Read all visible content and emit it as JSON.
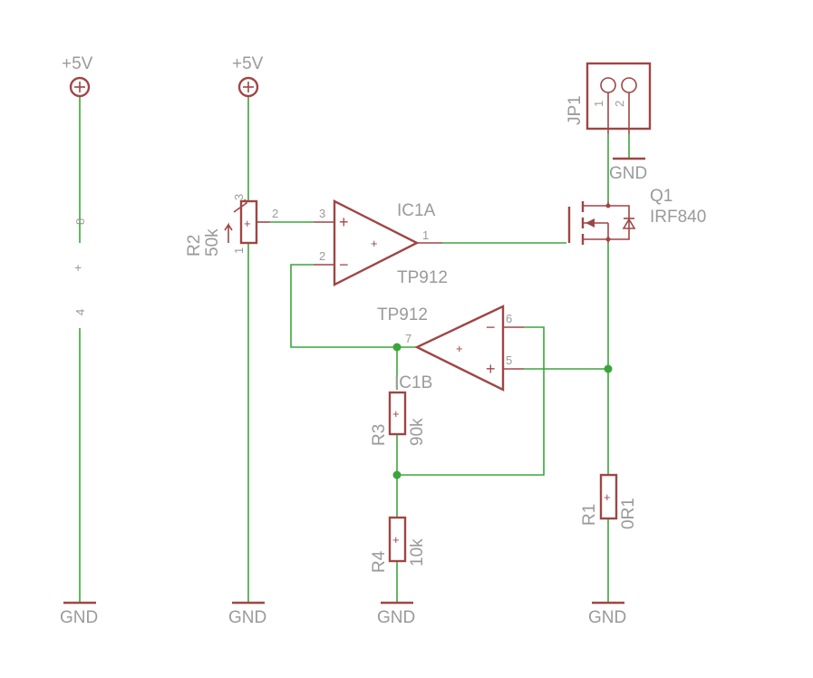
{
  "colors": {
    "wire": "#3aa63a",
    "symbol": "#a04545",
    "label": "#9a9a9a",
    "background": "#ffffff"
  },
  "power": {
    "supply1": "+5V",
    "supply2": "+5V",
    "gnd_jp1": "GND",
    "gnd1": "GND",
    "gnd2": "GND",
    "gnd3": "GND",
    "gnd4": "GND"
  },
  "ic_power": {
    "pin_top": "8",
    "pin_bottom": "4"
  },
  "r2": {
    "name": "R2",
    "value": "50k",
    "pin1": "1",
    "pin2": "2",
    "pin3": "3"
  },
  "ic1a": {
    "name": "IC1A",
    "part": "TP912",
    "pin_in_plus": "3",
    "pin_in_minus": "2",
    "pin_out": "1"
  },
  "ic1b": {
    "name": "IC1B",
    "part": "TP912",
    "pin_in_minus": "6",
    "pin_in_plus": "5",
    "pin_out": "7"
  },
  "q1": {
    "name": "Q1",
    "part": "IRF840"
  },
  "jp1": {
    "name": "JP1",
    "pin1": "1",
    "pin2": "2"
  },
  "r1": {
    "name": "R1",
    "value": "0R1"
  },
  "r3": {
    "name": "R3",
    "value": "90k"
  },
  "r4": {
    "name": "R4",
    "value": "10k"
  },
  "glyphs": {
    "plus": "+",
    "minus": "−"
  }
}
